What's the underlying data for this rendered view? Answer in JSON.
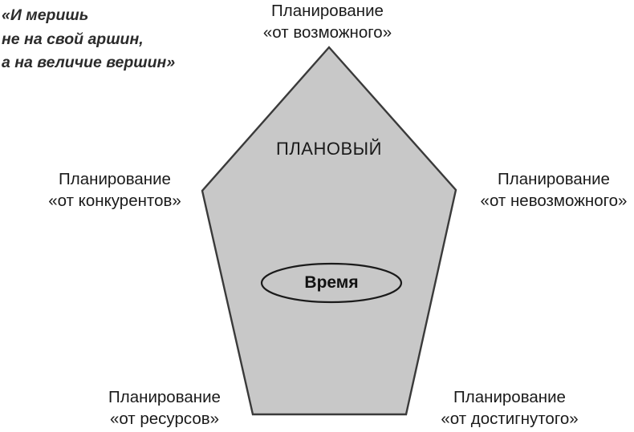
{
  "diagram": {
    "quote": {
      "lines": [
        "«И меришь",
        "не на свой аршин,",
        "а на величие вершин»"
      ]
    },
    "shape": {
      "fill_color": "#C8C8C8",
      "stroke_color": "#3a3a3a",
      "core_label": "ПЛАНОВЫЙ",
      "ellipse_label": "Время",
      "ellipse_fill": "none",
      "ellipse_stroke": "#1a1a1a"
    },
    "labels": {
      "top": {
        "line1": "Планирование",
        "line2": "«от возможного»"
      },
      "left": {
        "line1": "Планирование",
        "line2": "«от конкурентов»"
      },
      "right": {
        "line1": "Планирование",
        "line2": "«от невозможного»"
      },
      "bottom_left": {
        "line1": "Планирование",
        "line2": "«от ресурсов»"
      },
      "bottom_right": {
        "line1": "Планирование",
        "line2": "«от достигнутого»"
      }
    }
  }
}
